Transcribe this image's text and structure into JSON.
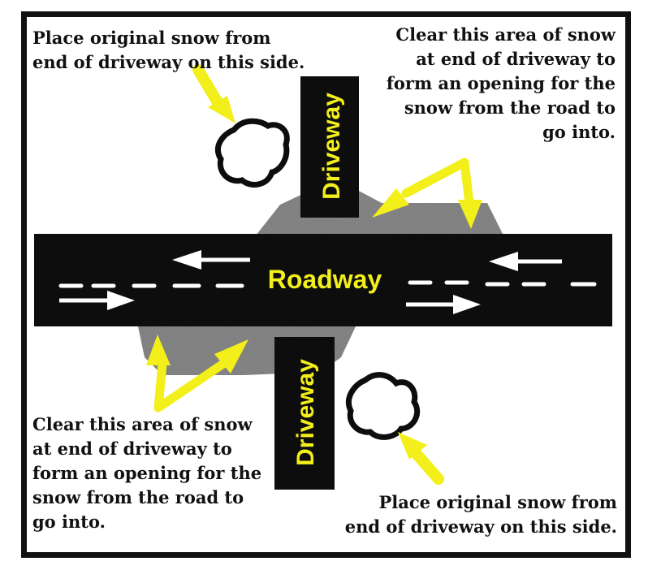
{
  "diagram": {
    "labels": {
      "roadway": "Roadway",
      "driveway_top": "Driveway",
      "driveway_bottom": "Driveway"
    },
    "captions": {
      "top_left": "Place original snow from\nend of driveway on this side.",
      "top_right": "Clear this area of snow\nat end of driveway to\nform an opening for the\nsnow from the road to\ngo into.",
      "bottom_left": "Clear this area of snow\nat end of driveway to\nform an opening for the\nsnow from the road to\ngo into.",
      "bottom_right": "Place original snow from\nend of driveway on this side."
    },
    "colors": {
      "road": "#0d0d0d",
      "arrow": "#f2ef1a",
      "lane_marks": "#ffffff",
      "snow_area": "#6e6e6e",
      "frame": "#111111"
    }
  }
}
